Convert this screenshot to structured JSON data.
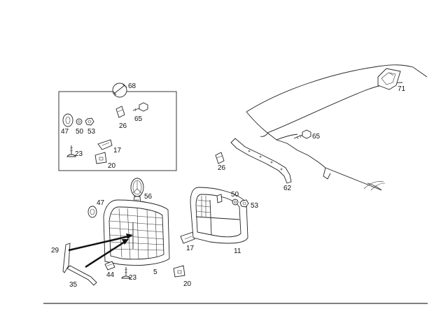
{
  "labels": {
    "p68": "68",
    "p71": "71",
    "p47a": "47",
    "p50a": "50",
    "p53a": "53",
    "p26a": "26",
    "p65a": "65",
    "p23a": "23",
    "p17a": "17",
    "p20a": "20",
    "p65b": "65",
    "p26b": "26",
    "p62": "62",
    "p56": "56",
    "p47b": "47",
    "p50b": "50",
    "p53b": "53",
    "p29": "29",
    "p17b": "17",
    "p11": "11",
    "p44": "44",
    "p23b": "23",
    "p5": "5",
    "p35": "35",
    "p20b": "20"
  }
}
